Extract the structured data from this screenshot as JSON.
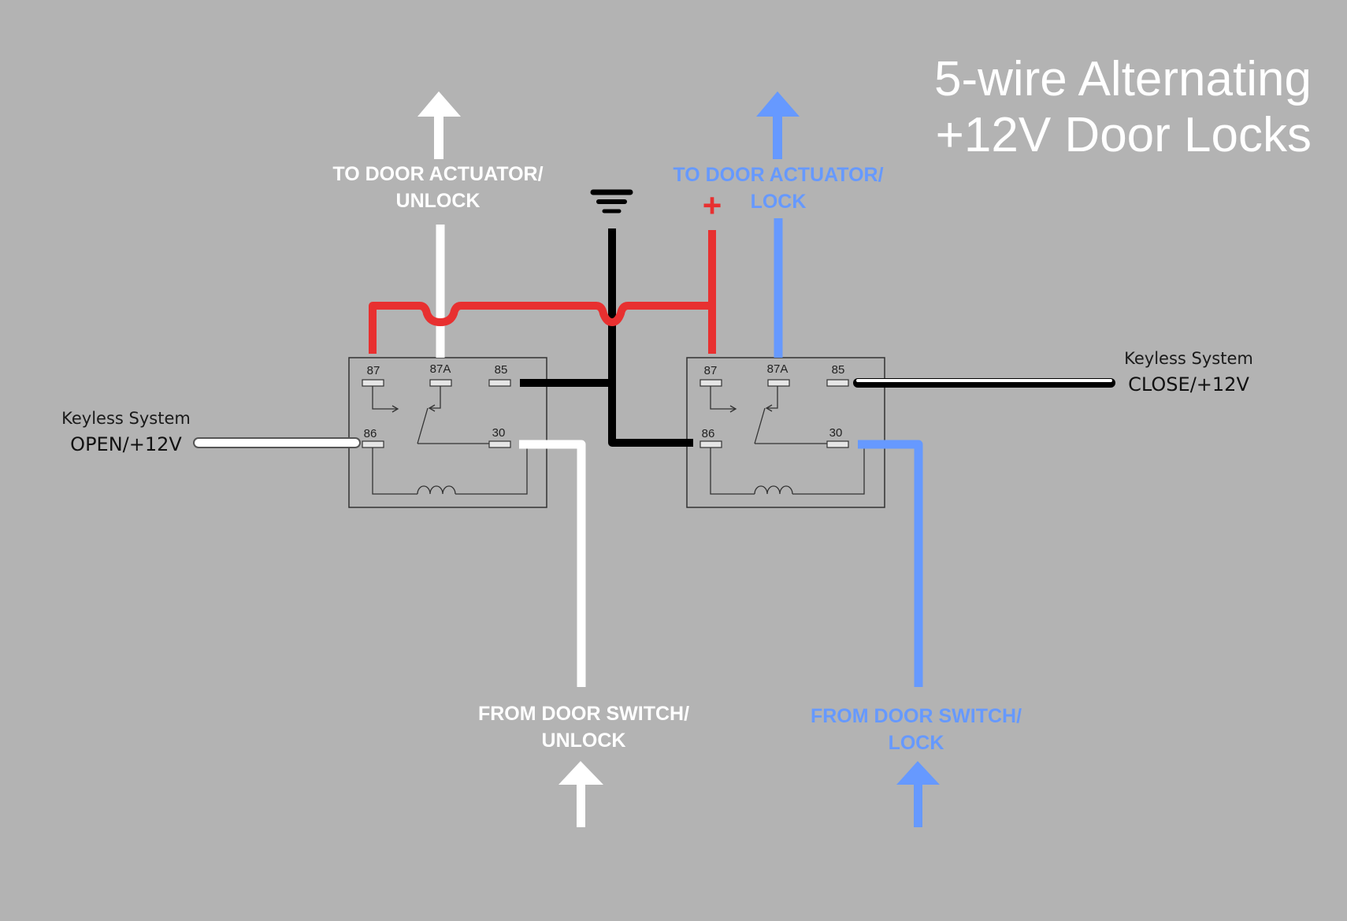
{
  "title": {
    "line1": "5-wire Alternating",
    "line2": "+12V Door Locks"
  },
  "labels": {
    "actuator_unlock": {
      "line1": "TO DOOR ACTUATOR/",
      "line2": "UNLOCK"
    },
    "actuator_lock": {
      "line1": "TO DOOR ACTUATOR/",
      "line2": "LOCK"
    },
    "switch_unlock": {
      "line1": "FROM DOOR SWITCH/",
      "line2": "UNLOCK"
    },
    "switch_lock": {
      "line1": "FROM DOOR SWITCH/",
      "line2": "LOCK"
    },
    "keyless_open": {
      "line1": "Keyless System",
      "line2": "OPEN/+12V"
    },
    "keyless_close": {
      "line1": "Keyless System",
      "line2": "CLOSE/+12V"
    },
    "plus": "+"
  },
  "relay_pins": {
    "p87": "87",
    "p87a": "87A",
    "p85": "85",
    "p86": "86",
    "p30": "30"
  },
  "colors": {
    "background": "#b3b3b3",
    "white_wire": "#ffffff",
    "blue_wire": "#6699ff",
    "red_wire": "#e83030",
    "black_wire": "#000000"
  },
  "icons": [
    "ground-symbol-icon",
    "up-arrow-icon"
  ]
}
